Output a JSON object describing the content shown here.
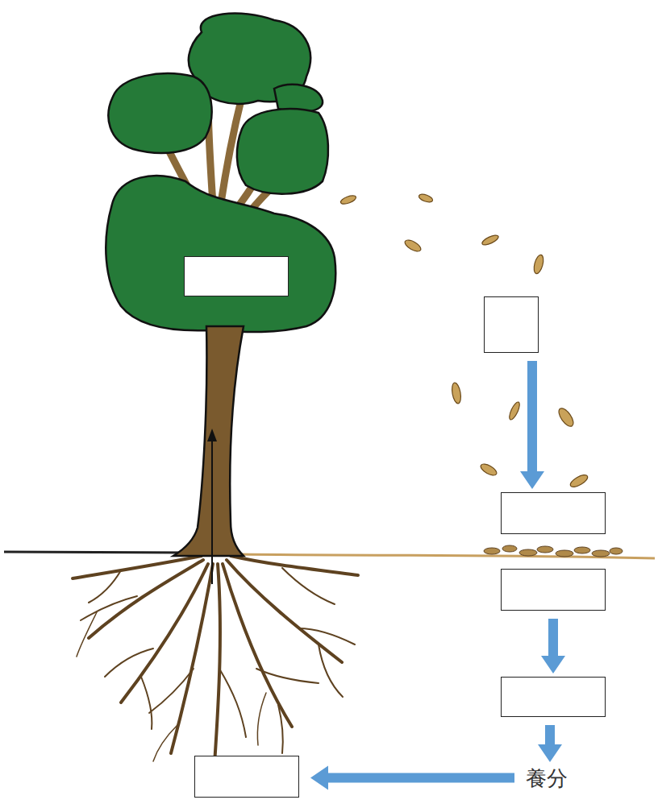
{
  "diagram": {
    "nodes": [
      {
        "text": []
      },
      {
        "text": []
      },
      {
        "text": []
      },
      {
        "text": []
      },
      {
        "text": []
      },
      {
        "text": [
          "養分"
        ]
      },
      {
        "text": []
      }
    ],
    "edges": [
      {
        "from": 1,
        "to": 2,
        "arrow": "to"
      },
      {
        "from": 3,
        "to": 4,
        "arrow": "to"
      },
      {
        "from": 4,
        "to": 5,
        "arrow": "to"
      },
      {
        "from": 5,
        "to": 6,
        "arrow": "to"
      }
    ]
  }
}
